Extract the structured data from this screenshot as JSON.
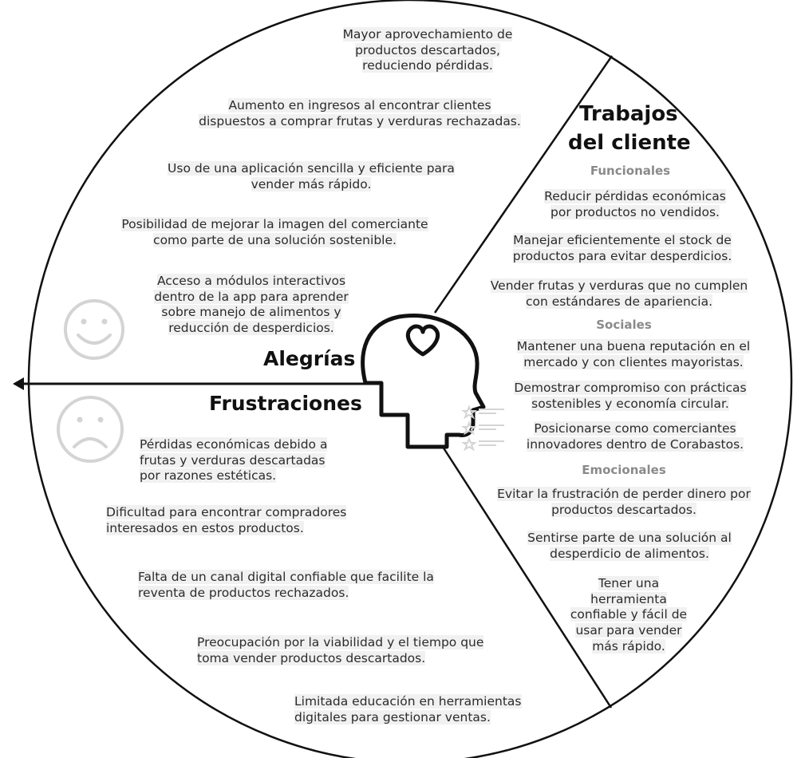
{
  "headings": {
    "jobs_title_1": "Trabajos",
    "jobs_title_2": "del cliente",
    "gains": "Alegrías",
    "pains": "Frustraciones"
  },
  "jobs": {
    "functional_label": "Funcionales",
    "functional": [
      "Reducir pérdidas económicas\npor productos no vendidos.",
      "Manejar eficientemente el stock de\nproductos para evitar desperdicios.",
      "Vender frutas y verduras que no cumplen\ncon estándares de apariencia."
    ],
    "social_label": "Sociales",
    "social": [
      "Mantener una buena reputación en el\nmercado y con clientes mayoristas.",
      "Demostrar compromiso con prácticas\nsostenibles y economía circular.",
      "Posicionarse como comerciantes\ninnovadores dentro de Corabastos."
    ],
    "emotional_label": "Emocionales",
    "emotional": [
      "Evitar la frustración de perder dinero por\nproductos descartados.",
      "Sentirse parte de una solución al\ndesperdicio de alimentos.",
      "Tener una\nherramienta\nconfiable y fácil de\nusar para vender\nmás rápido."
    ]
  },
  "gains": [
    "Mayor aprovechamiento de\nproductos descartados,\nreduciendo pérdidas.",
    "Aumento en ingresos al encontrar clientes\ndispuestos a comprar frutas y verduras rechazadas.",
    "Uso de una aplicación sencilla y eficiente para\nvender más rápido.",
    "Posibilidad de mejorar la imagen del comerciante\ncomo parte de una solución sostenible.",
    "Acceso a módulos interactivos\ndentro de la app para aprender\nsobre manejo de alimentos y\nreducción de desperdicios."
  ],
  "pains": [
    "Pérdidas económicas debido a\nfrutas y verduras descartadas\npor razones estéticas.",
    "Dificultad para encontrar compradores\ninteresados en estos productos.",
    "Falta de un canal digital confiable que facilite la\nreventa de productos rechazados.",
    "Preocupación por la viabilidad y el tiempo que\ntoma vender productos descartados.",
    "Limitada educación en herramientas\ndigitales para gestionar ventas."
  ],
  "icons": {
    "center": "head-with-heart-icon",
    "gains": "smiley-face-icon",
    "pains": "sad-face-icon",
    "rating": "star-list-icon",
    "arrow": "arrow-left-icon"
  },
  "colors": {
    "text_bg": "#f1f1f1",
    "outline": "#111111",
    "face_gray": "#d4d4d4",
    "label_gray": "#8a8a8a"
  }
}
